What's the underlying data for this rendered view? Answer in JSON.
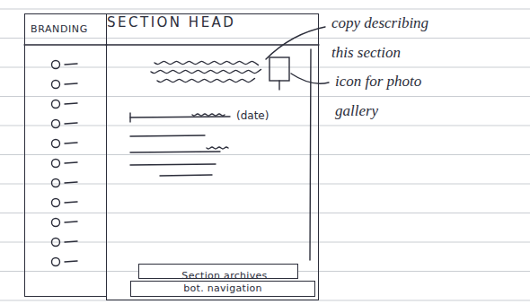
{
  "diagram": {
    "nodes": [
      {
        "text": [
          "BRANDING"
        ]
      },
      {
        "text": [
          "SECTION HEAD"
        ]
      },
      {
        "text": [
          "Section archives"
        ],
        "in": 1
      },
      {
        "text": [
          "bot. navigation"
        ],
        "in": 1
      }
    ],
    "labels": [
      "(date)",
      "copy describing this section",
      "icon for photo gallery"
    ]
  }
}
